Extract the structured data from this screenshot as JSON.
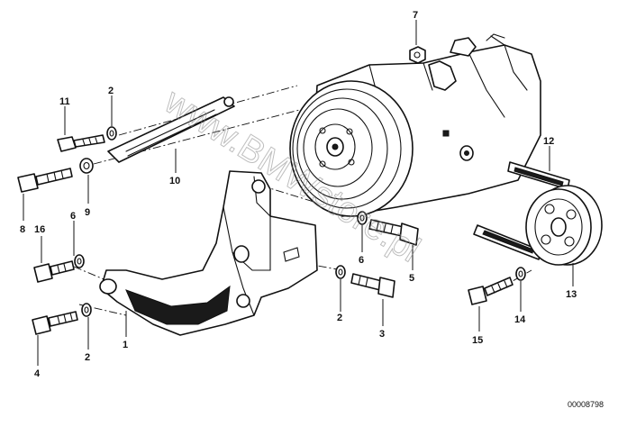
{
  "callouts": {
    "c1": "1",
    "c2a": "2",
    "c2b": "2",
    "c2c": "2",
    "c3": "3",
    "c4": "4",
    "c5": "5",
    "c6a": "6",
    "c6b": "6",
    "c7": "7",
    "c8": "8",
    "c9": "9",
    "c10": "10",
    "c11": "11",
    "c12": "12",
    "c13": "13",
    "c14": "14",
    "c15": "15",
    "c16": "16"
  },
  "reference_number": "00008798",
  "watermark": "www.BMWstore.pl",
  "colors": {
    "line": "#111111",
    "background": "#ffffff",
    "watermark": "#8a8a8a"
  }
}
